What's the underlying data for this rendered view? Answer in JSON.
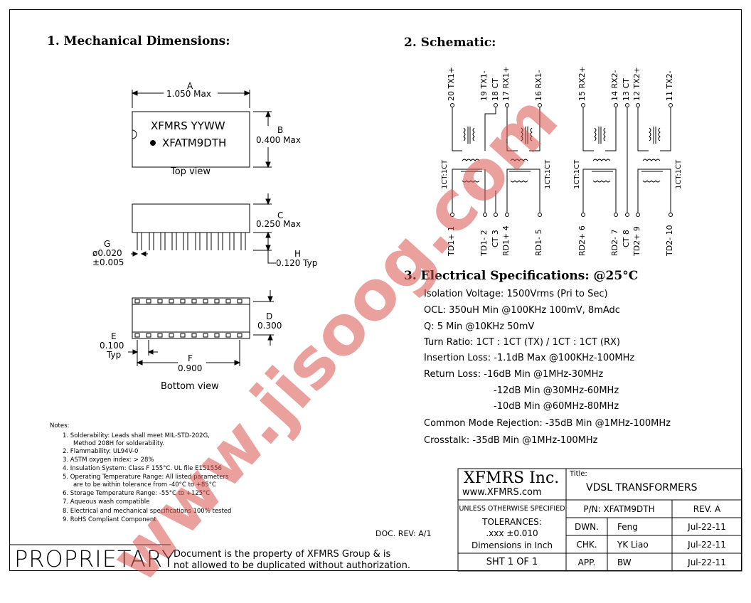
{
  "sections": {
    "mechanical": "1. Mechanical Dimensions:",
    "schematic": "2. Schematic:",
    "electrical": "3. Electrical Specifications: @25°C"
  },
  "mechanical": {
    "dim_a_label": "A",
    "dim_a_value": "1.050 Max",
    "marking_line1": "XFMRS YYWW",
    "marking_line2": "XFATM9DTH",
    "dim_b_label": "B",
    "dim_b_value": "0.400 Max",
    "top_view": "Top view",
    "dim_c_label": "C",
    "dim_c_value": "0.250 Max",
    "dim_g_label": "G",
    "dim_g_value1": "ø0.020",
    "dim_g_value2": "±0.005",
    "dim_h_label": "H",
    "dim_h_value": "0.120 Typ",
    "dim_d_label": "D",
    "dim_d_value": "0.300",
    "dim_e_label": "E",
    "dim_e_value1": "0.100",
    "dim_e_value2": "Typ",
    "dim_f_label": "F",
    "dim_f_value": "0.900",
    "bottom_view": "Bottom view"
  },
  "schematic": {
    "top_pins": [
      "20 TX1+",
      "19 TX1-",
      "18 CT",
      "17 RX1+",
      "16 RX1-",
      "15 RX2+",
      "14 RX2-",
      "13 CT",
      "12 TX2+",
      "11 TX2-"
    ],
    "bottom_pins": [
      "TD1+ 1",
      "TD1- 2",
      "CT 3",
      "RD1+ 4",
      "RD1- 5",
      "RD2+ 6",
      "RD2- 7",
      "CT 8",
      "TD2+ 9",
      "TD2- 10"
    ],
    "ratio_label": "1CT:1CT"
  },
  "electrical": {
    "lines": [
      "Isolation Voltage: 1500Vrms (Pri to Sec)",
      "OCL: 350uH Min @100KHz 100mV, 8mAdc",
      "Q: 5 Min @10KHz 50mV",
      "Turn Ratio: 1CT : 1CT (TX) / 1CT : 1CT (RX)",
      "Insertion Loss: -1.1dB Max @100KHz-100MHz",
      "Return Loss: -16dB Min @1MHz-30MHz",
      "-12dB Min @30MHz-60MHz",
      "-10dB Min @60MHz-80MHz",
      "Common Mode Rejection: -35dB Min @1MHz-100MHz",
      "Crosstalk: -35dB Min @1MHz-100MHz"
    ]
  },
  "notes": {
    "title": "Notes:",
    "items": [
      "1. Solderability: Leads shall meet MIL-STD-202G,",
      "Method 208H for solderability.",
      "2. Flammability: UL94V-0",
      "3. ASTM oxygen index: > 28%",
      "4. Insulation System: Class F 155°C. UL file E151556",
      "5. Operating Temperature Range: All listed parameters",
      "are to be within tolerance from -40°C to +85°C",
      "6. Storage Temperature Range: -55°C to +125°C",
      "7. Aqueous wash compatible",
      "8. Electrical and mechanical specifications 100% tested",
      "9. RoHS Compliant Component"
    ]
  },
  "doc_rev": "DOC. REV: A/1",
  "proprietary": {
    "word": "PROPRIETARY",
    "line1": "Document is the property of XFMRS Group & is",
    "line2": "not allowed to be duplicated without authorization."
  },
  "title_block": {
    "company": "XFMRS Inc.",
    "website": "www.XFMRS.com",
    "title_label": "Title:",
    "title": "VDSL TRANSFORMERS",
    "unless": "UNLESS OTHERWISE SPECIFIED",
    "pn": "P/N: XFATM9DTH",
    "rev": "REV. A",
    "tolerances": "TOLERANCES:",
    "tol_value": ".xxx ±0.010",
    "dims_in": "Dimensions in Inch",
    "sheet": "SHT 1 OF 1",
    "rows": [
      {
        "role": "DWN.",
        "name": "Feng",
        "date": "Jul-22-11"
      },
      {
        "role": "CHK.",
        "name": "YK Liao",
        "date": "Jul-22-11"
      },
      {
        "role": "APP.",
        "name": "BW",
        "date": "Jul-22-11"
      }
    ]
  },
  "watermark": "www.jisoog.com",
  "colors": {
    "ink": "#000000",
    "watermark": "#d9534f",
    "note_red": "#c0392b"
  }
}
